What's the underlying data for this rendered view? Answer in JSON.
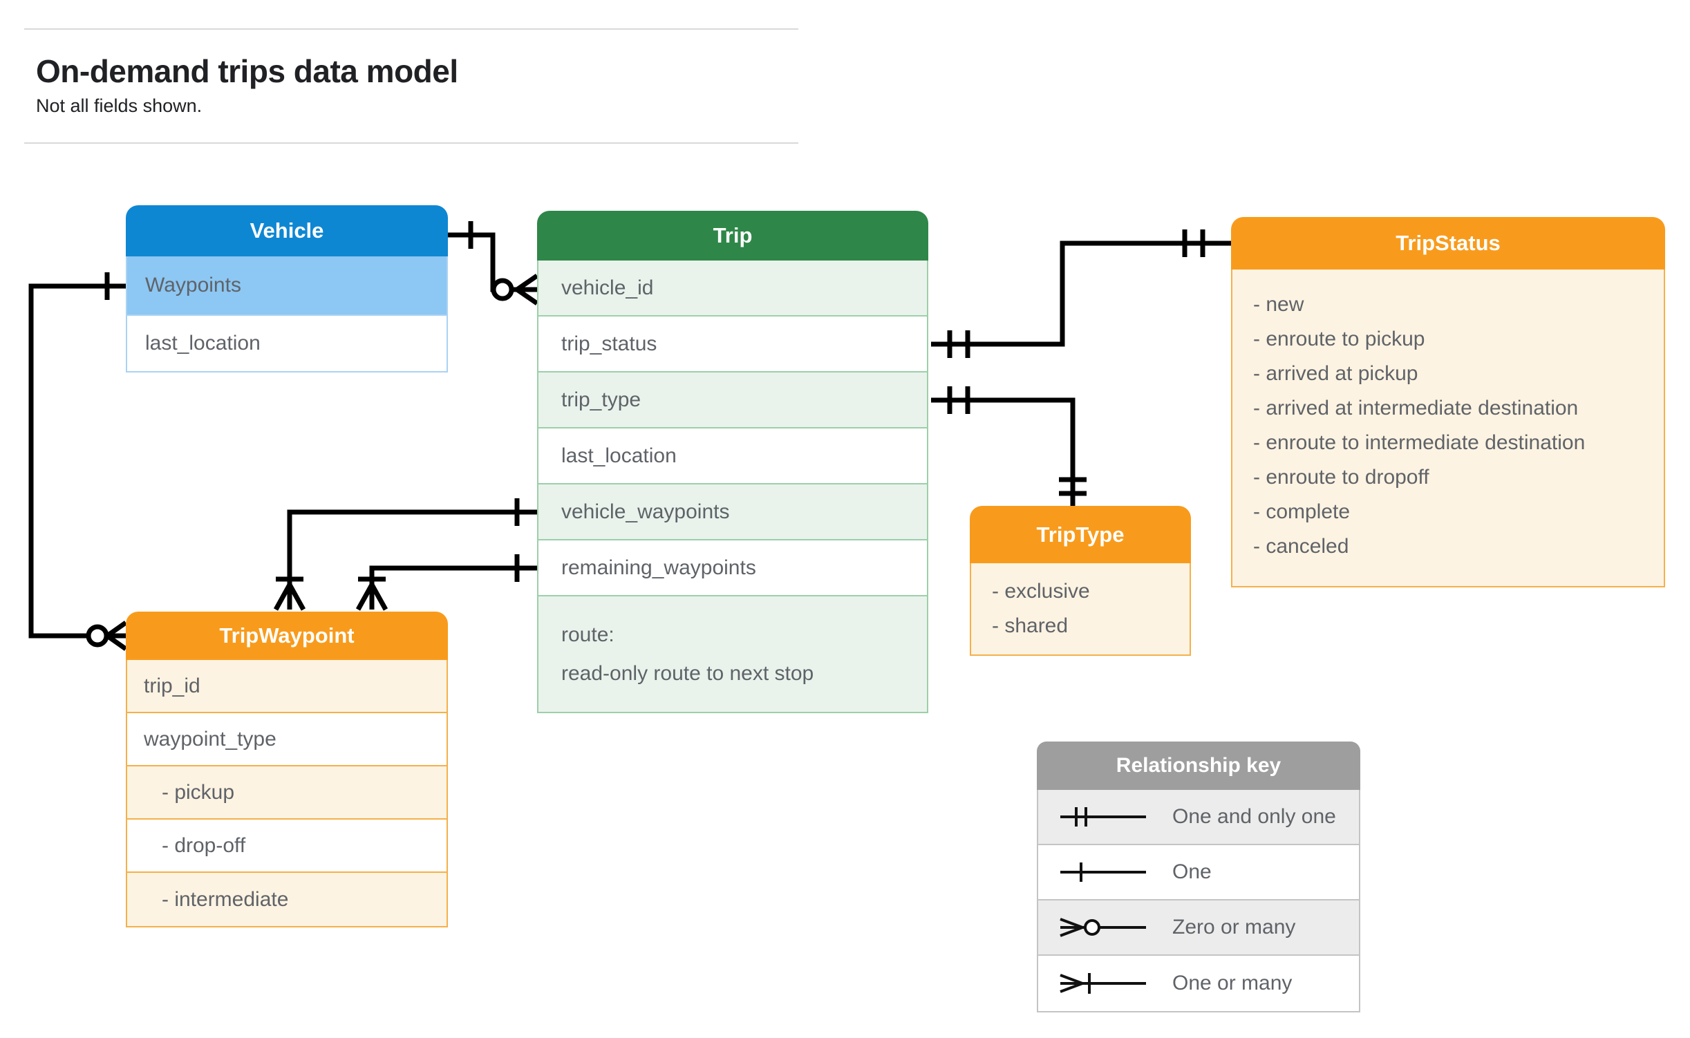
{
  "header": {
    "title": "On-demand trips data model",
    "subtitle": "Not all fields shown."
  },
  "entities": {
    "vehicle": {
      "title": "Vehicle",
      "fields": [
        "Waypoints",
        "last_location"
      ]
    },
    "trip": {
      "title": "Trip",
      "fields": [
        "vehicle_id",
        "trip_status",
        "trip_type",
        "last_location",
        "vehicle_waypoints",
        "remaining_waypoints"
      ],
      "route": [
        "route:",
        "read-only route to next stop"
      ]
    },
    "trip_status": {
      "title": "TripStatus",
      "values": [
        "- new",
        "- enroute to pickup",
        "- arrived at pickup",
        "- arrived at intermediate destination",
        "- enroute to intermediate destination",
        "- enroute to dropoff",
        "- complete",
        "- canceled"
      ]
    },
    "trip_type": {
      "title": "TripType",
      "values": [
        "- exclusive",
        "- shared"
      ]
    },
    "trip_waypoint": {
      "title": "TripWaypoint",
      "fields": [
        "trip_id",
        "waypoint_type"
      ],
      "values": [
        "- pickup",
        "- drop-off",
        "- intermediate"
      ]
    }
  },
  "legend": {
    "title": "Relationship key",
    "items": [
      {
        "symbol": "one-and-only-one-symbol",
        "label": "One and only one"
      },
      {
        "symbol": "one-symbol",
        "label": "One"
      },
      {
        "symbol": "zero-or-many-symbol",
        "label": "Zero or many"
      },
      {
        "symbol": "one-or-many-symbol",
        "label": "One or many"
      }
    ]
  },
  "colors": {
    "vehicle_header": "#0e87d3",
    "vehicle_highlight_row": "#8dc7f3",
    "trip_header": "#2e8748",
    "trip_alt_row": "#e9f3ec",
    "orange_header": "#f89b1c",
    "cream_row": "#fdf3e2",
    "legend_header": "#9e9e9e",
    "legend_alt_row": "#ececec",
    "row_text": "#5f6368",
    "connector": "#000000"
  }
}
